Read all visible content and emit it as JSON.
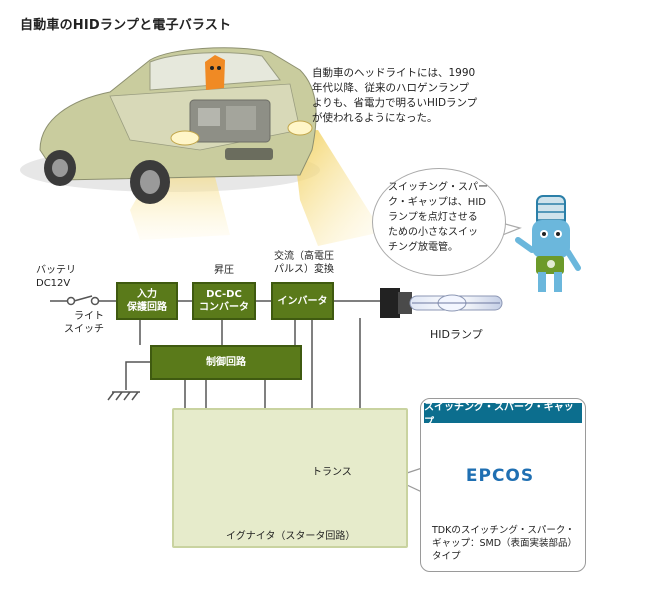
{
  "title": "自動車のHIDランプと電子バラスト",
  "intro_note": [
    "自動車のヘッドライトには、1990",
    "年代以降、従来のハロゲンランプ",
    "よりも、省電力で明るいHIDランプ",
    "が使われるようになった。"
  ],
  "speech": [
    "スイッチング・スパー",
    "ク・ギャップは、HID",
    "ランプを点灯させる",
    "ための小さなスイッ",
    "チング放電管。"
  ],
  "battery_label": [
    "バッテリ",
    "DC12V"
  ],
  "switch_label": [
    "ライト",
    "スイッチ"
  ],
  "blocks": {
    "input_protection": [
      "入力",
      "保護回路"
    ],
    "dcdc": [
      "DC-DC",
      "コンバータ"
    ],
    "inverter": "インバータ",
    "control": "制御回路"
  },
  "boost_label": "昇圧",
  "ac_label": [
    "交流（高電圧",
    "パルス）変換"
  ],
  "hid_lamp_label": "HIDランプ",
  "transformer_label": "トランス",
  "igniter_label": "イグナイタ（スタータ回路）",
  "sg_header": "スイッチング・スパーク・ギャップ",
  "sg_brand": "EPCOS",
  "sg_caption": [
    "TDKのスイッチング・スパーク・",
    "ギャップ：SMD（表面実装部品）",
    "タイプ"
  ],
  "colors": {
    "block": "#5a7a1a",
    "panel": "#e6ebcb",
    "header": "#0c6e8e",
    "car": "#c9cc9e",
    "beam": "#f3d97a"
  }
}
